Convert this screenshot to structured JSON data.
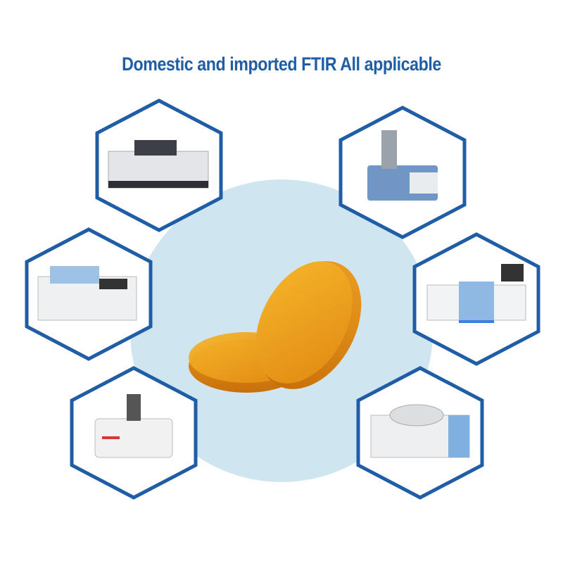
{
  "title": "Domestic and imported FTIR All applicable",
  "colors": {
    "accent": "#1f5ea6",
    "hex_stroke": "#1f5ea6",
    "circle": "#cfe6f1",
    "disc": "#f0a21c"
  },
  "instruments": [
    "spectrometer-top-left",
    "spectrometer-top-right",
    "spectrometer-middle-left",
    "spectrometer-middle-right",
    "spectrometer-bottom-left",
    "spectrometer-bottom-right"
  ]
}
